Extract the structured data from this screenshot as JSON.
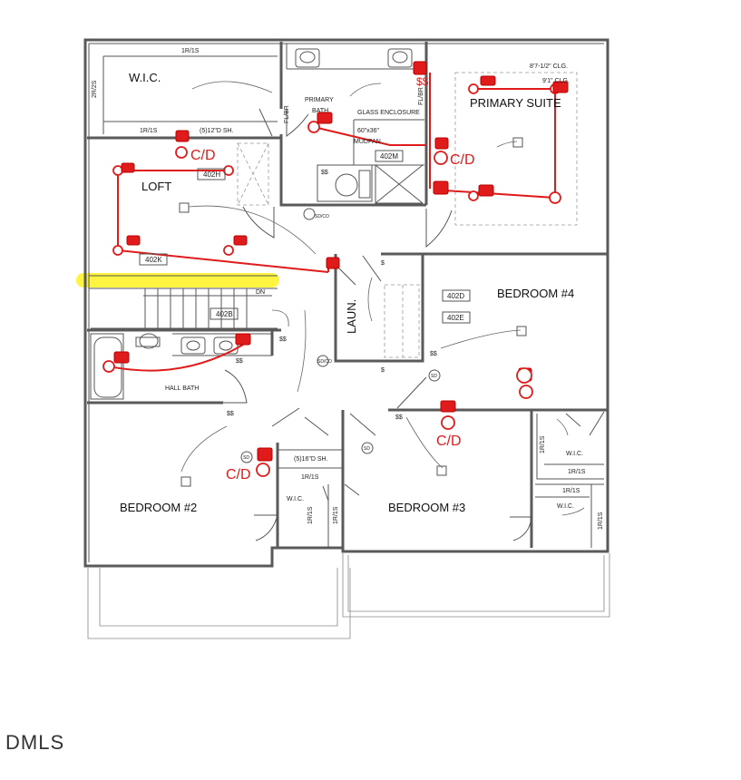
{
  "rooms": {
    "wic_top": "W.I.C.",
    "primary_bath": [
      "PRIMARY",
      "BATH"
    ],
    "glass_enclosure": "GLASS ENCLOSURE",
    "mudpan": [
      "60\"x36\"",
      "MUDPAN"
    ],
    "primary_suite": "PRIMARY SUITE",
    "loft": "LOFT",
    "laundry": "LAUN.",
    "bedroom4": "BEDROOM #4",
    "hall_bath": "HALL BATH",
    "bedroom2": "BEDROOM #2",
    "bedroom3": "BEDROOM #3",
    "wic_b2": "W.I.C.",
    "wic_b3": "W.I.C.",
    "wic_b4": "W.I.C."
  },
  "notes": {
    "shelf_1r1s_top": "1R/1S",
    "shelf_2r2s": "2R/2S",
    "shelf_1r1s_mid": "1R/1S",
    "shelf_5_12": "(5)12\"D SH.",
    "flbr_left": "FL/BR",
    "flbr_right": "FL/BR",
    "clg_1": "8'7-1/2\" CLG.",
    "clg_2": "9'1\" CLG.",
    "dn": "DN",
    "shelf_5_16": "(5)16\"D SH.",
    "shelf_b2_1r1s": "1R/1S",
    "shelf_b2_side": "1R/1S",
    "shelf_b3_side": "1R/1S",
    "shelf_b4_side": "1R/1S",
    "shelf_b4_1r1s": "1R/1S",
    "shelf_b3_1r1s": "1R/1S",
    "shelf_b3b_side": "1R/1S"
  },
  "tags": {
    "t402h": "402H",
    "t402k": "402K",
    "t402m": "402M",
    "t402b": "402B",
    "t402d": "402D",
    "t402e": "402E"
  },
  "markers": {
    "cd_loft": "C/D",
    "cd_suite": "C/D",
    "cd_b3": "C/D",
    "cd_b2": "C/D",
    "ss": "$$",
    "sd": "SD",
    "sdco": "SD/CO",
    "s": "$"
  },
  "footer": {
    "logo_text": "DMLS"
  },
  "colors": {
    "redline": "#e01b1b",
    "highlight": "#fff200",
    "wall": "#5a5a5a"
  }
}
